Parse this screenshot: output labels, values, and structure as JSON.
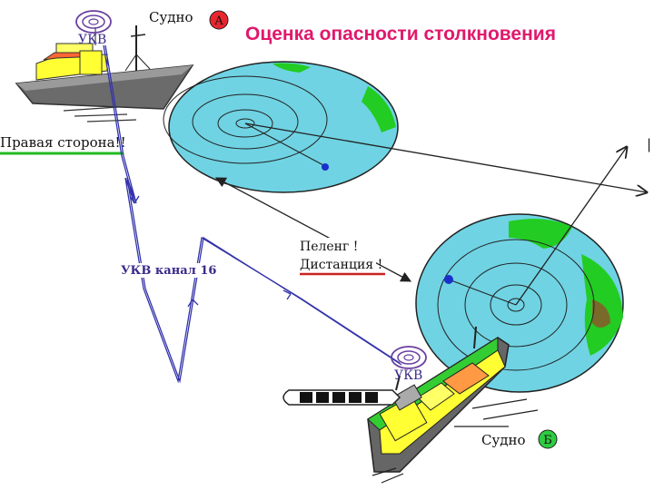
{
  "title": "Оценка опасности столкновения",
  "vessel_a": {
    "label": "Судно",
    "badge": "А",
    "radio": "УКВ"
  },
  "vessel_b": {
    "label": "Судно",
    "badge": "Б",
    "radio": "УКВ"
  },
  "starboard_note": "Правая сторона!!",
  "vhf_channel": "УКВ канал 16",
  "bearing_label": "Пеленг !",
  "distance_label": "Дистанция !",
  "colors": {
    "title": "#e0186c",
    "radar": "#6fd3e3",
    "land": "#22cc22",
    "ship_yellow": "#ffff33",
    "ship_green": "#33cc33",
    "ship_orange": "#ff9944",
    "badge_a": "#e8262e",
    "badge_b": "#2ecc40",
    "underline_green": "#22bb22",
    "underline_red": "#cc2222",
    "radio_line": "#3333aa"
  }
}
